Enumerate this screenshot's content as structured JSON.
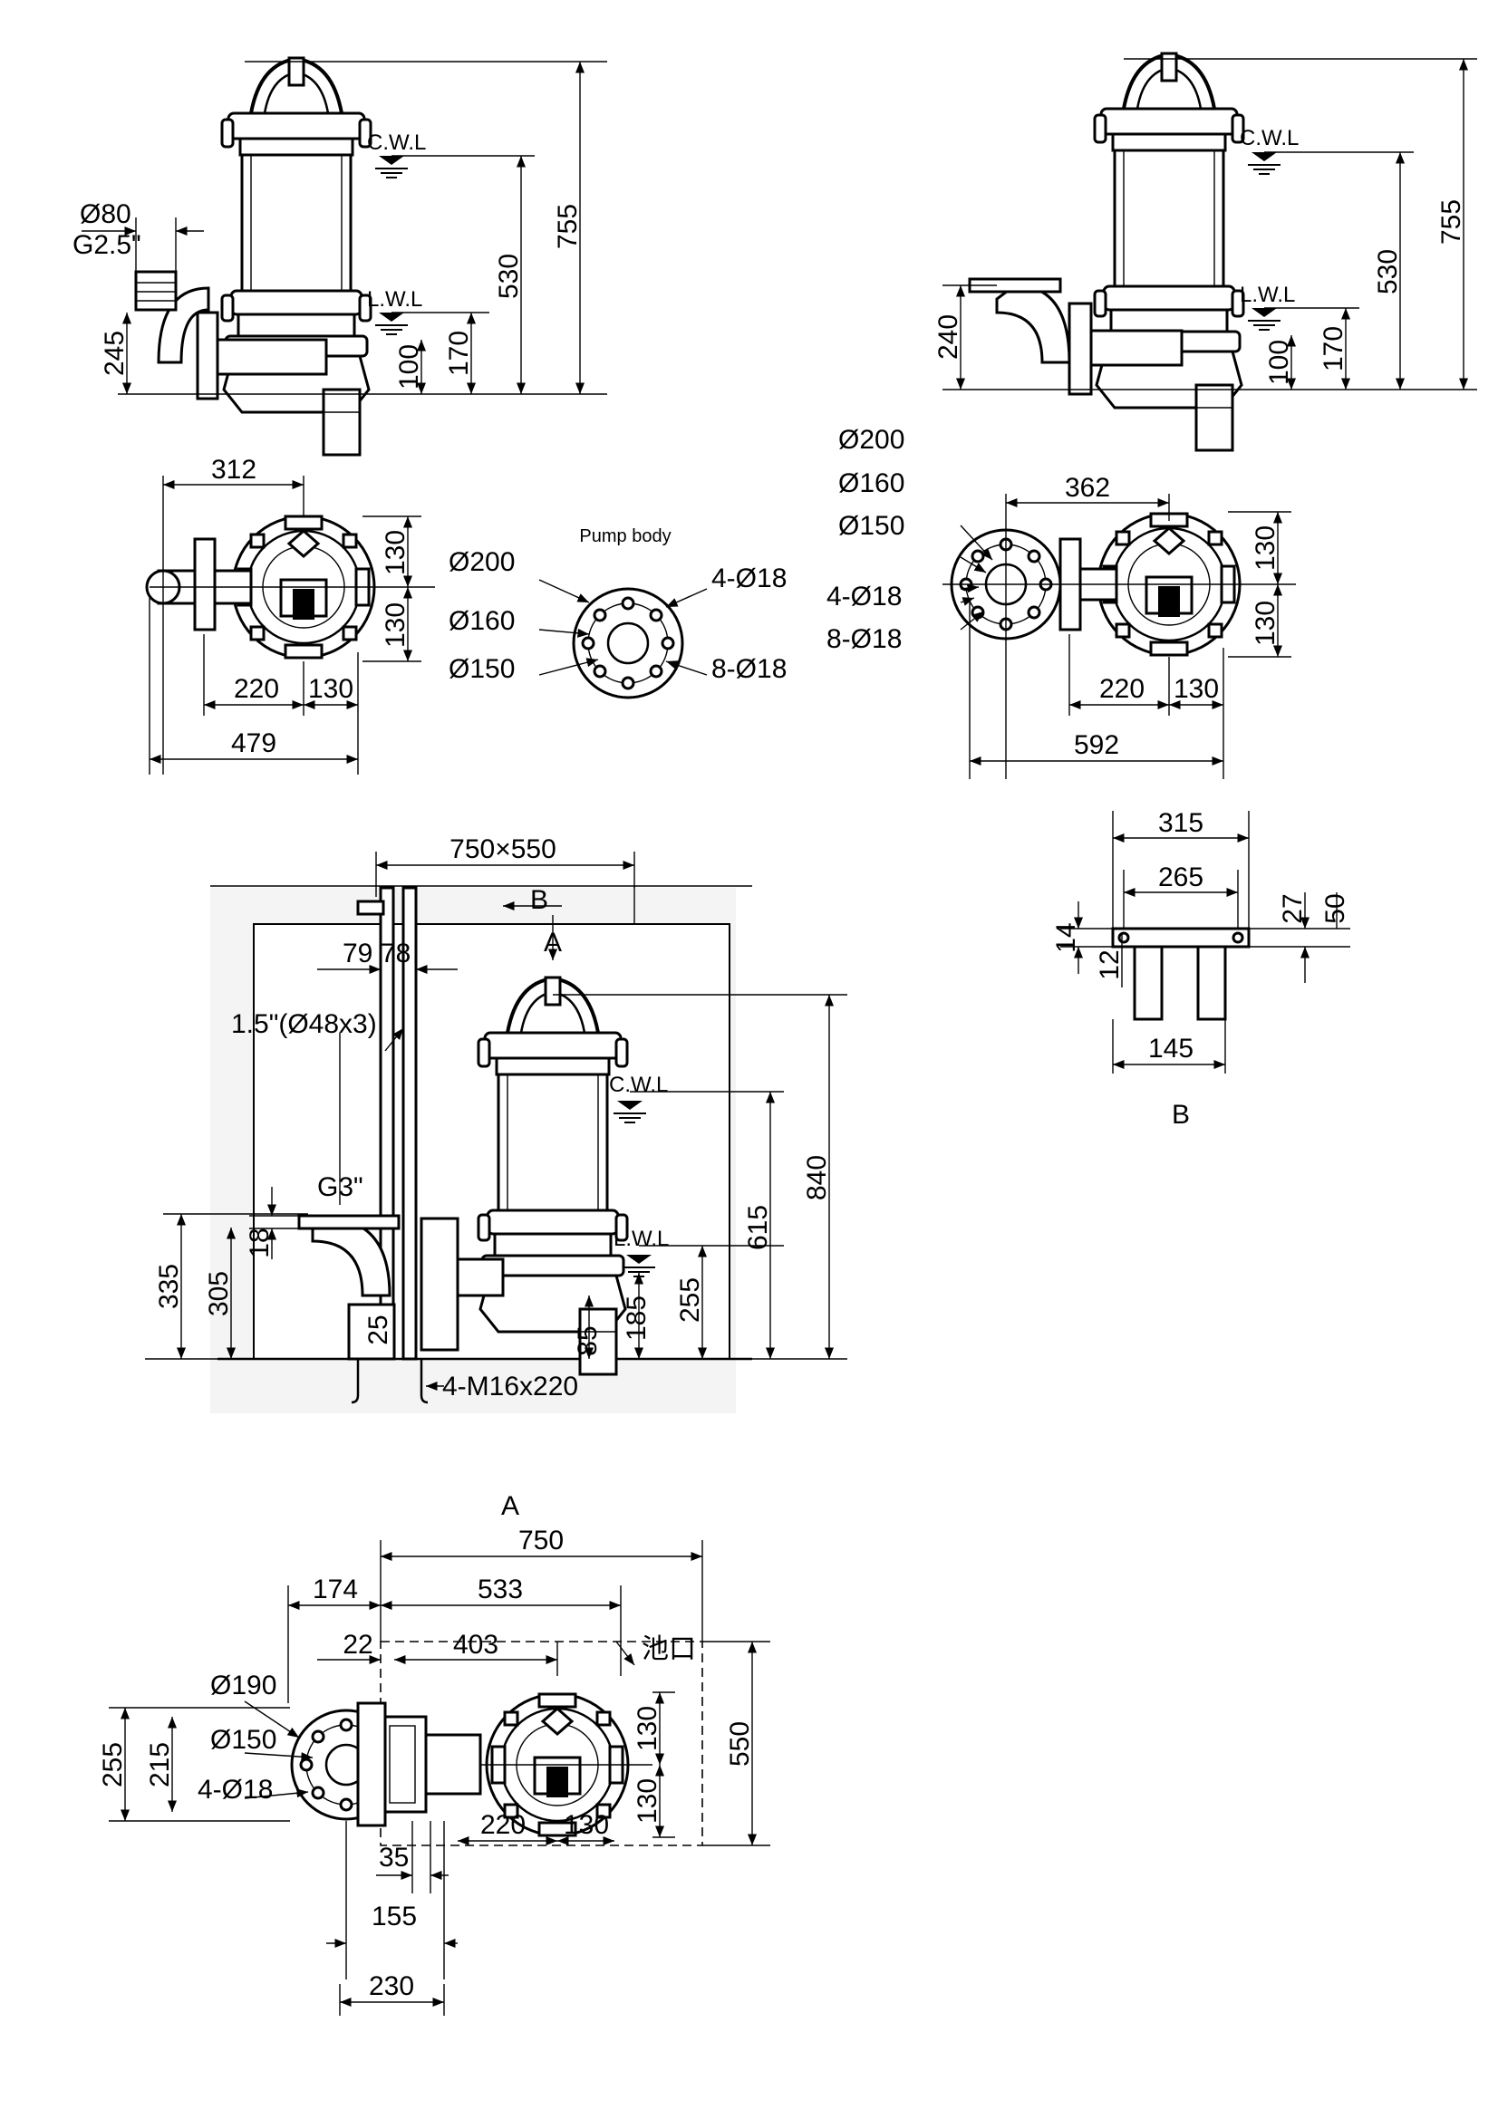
{
  "water_levels": {
    "cwl": "C.W.L",
    "lwl": "L.W.L"
  },
  "view1": {
    "d80": "Ø80",
    "g25": "G2.5\"",
    "h245": "245",
    "h755": "755",
    "h530": "530",
    "h170": "170",
    "h100": "100"
  },
  "view2": {
    "h240": "240",
    "h755": "755",
    "h530": "530",
    "h170": "170",
    "h100": "100"
  },
  "view3": {
    "w312": "312",
    "v130a": "130",
    "v130b": "130",
    "w220": "220",
    "w130": "130",
    "w479": "479"
  },
  "pump_body": {
    "title": "Pump body",
    "d200": "Ø200",
    "d160": "Ø160",
    "d150": "Ø150",
    "h4": "4-Ø18",
    "h8": "8-Ø18"
  },
  "view4": {
    "d200": "Ø200",
    "d160": "Ø160",
    "d150": "Ø150",
    "h4": "4-Ø18",
    "h8": "8-Ø18",
    "w362": "362",
    "v130a": "130",
    "v130b": "130",
    "w220": "220",
    "w130": "130",
    "w592": "592"
  },
  "view5": {
    "w315": "315",
    "w265": "265",
    "h27": "27",
    "h50": "50",
    "h14": "14",
    "h12": "12",
    "w145": "145",
    "label": "B"
  },
  "view6": {
    "pit": "750×550",
    "b": "B",
    "a": "A",
    "d79": "79",
    "d78": "78",
    "pipe": "1.5\"(Ø48x3)",
    "g3": "G3\"",
    "h18": "18",
    "h335": "335",
    "h305": "305",
    "h25": "25",
    "bolt": "4-M16x220",
    "h85": "85",
    "h185": "185",
    "h255": "255",
    "h615": "615",
    "h840": "840"
  },
  "view7": {
    "a": "A",
    "w750": "750",
    "w174": "174",
    "w533": "533",
    "w22": "22",
    "w403": "403",
    "pit_mouth": "池口",
    "d190": "Ø190",
    "d150": "Ø150",
    "h4": "4-Ø18",
    "h255": "255",
    "h215": "215",
    "v130a": "130",
    "v130b": "130",
    "h550": "550",
    "w35": "35",
    "w220": "220",
    "w130": "130",
    "w155": "155",
    "w230": "230"
  }
}
